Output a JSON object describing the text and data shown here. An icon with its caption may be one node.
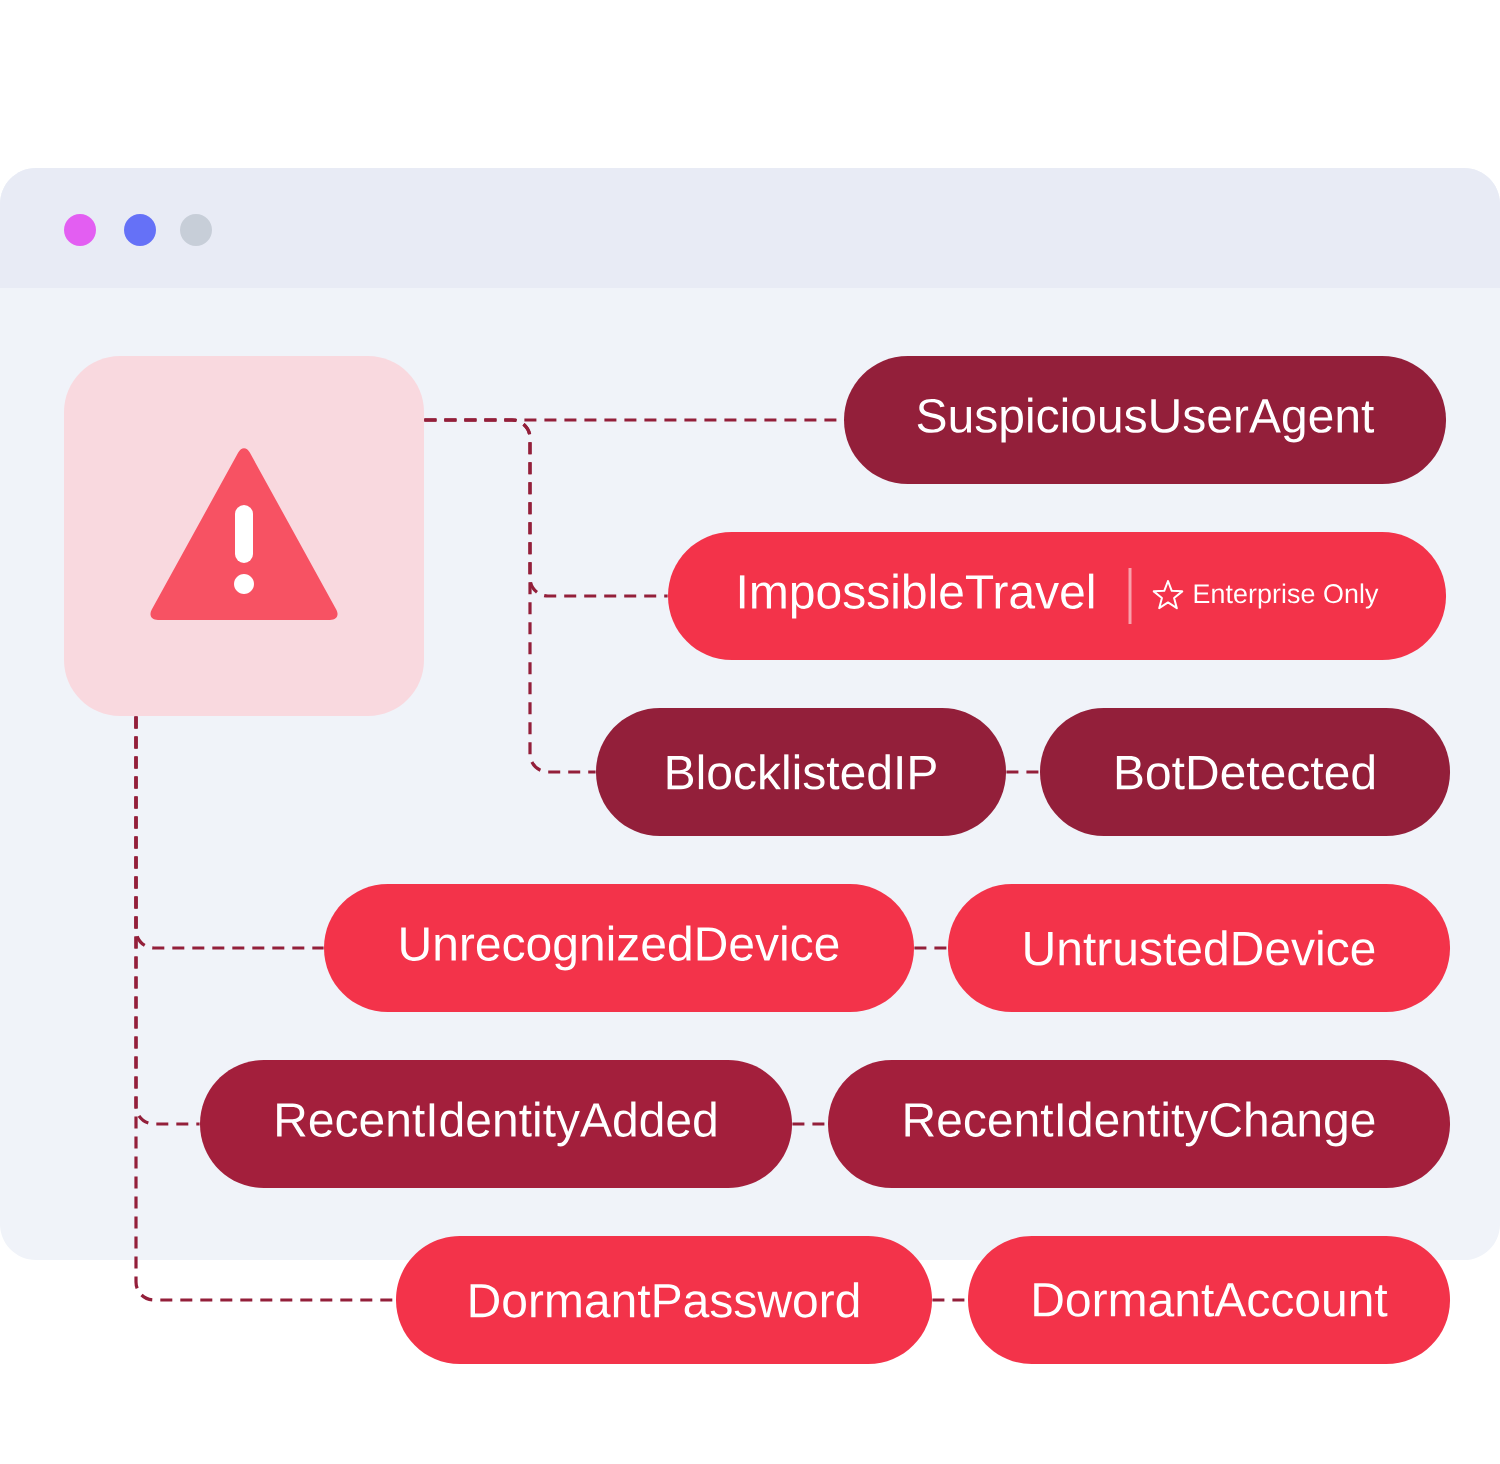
{
  "diagram": {
    "nodes": [
      {
        "text": [],
        "shape": "box"
      },
      {
        "text": [
          "SuspiciousUserAgent"
        ]
      },
      {
        "text": [
          "ImpossibleTravel",
          "Enterprise Only"
        ]
      },
      {
        "text": [
          "BlocklistedIP"
        ]
      },
      {
        "text": [
          "BotDetected"
        ]
      },
      {
        "text": [
          "UnrecognizedDevice"
        ]
      },
      {
        "text": [
          "UntrustedDevice"
        ]
      },
      {
        "text": [
          "RecentIdentityAdded"
        ]
      },
      {
        "text": [
          "RecentIdentityChange"
        ]
      },
      {
        "text": [
          "DormantPassword"
        ]
      },
      {
        "text": [
          "DormantAccount"
        ]
      }
    ],
    "edges": [
      {
        "from": 0,
        "to": 1,
        "arrow": "none"
      },
      {
        "from": 0,
        "to": 2,
        "arrow": "none"
      },
      {
        "from": 0,
        "to": 3,
        "arrow": "none"
      },
      {
        "from": 3,
        "to": 4,
        "arrow": "none"
      },
      {
        "from": 0,
        "to": 5,
        "arrow": "none"
      },
      {
        "from": 5,
        "to": 6,
        "arrow": "none"
      },
      {
        "from": 0,
        "to": 7,
        "arrow": "none"
      },
      {
        "from": 7,
        "to": 8,
        "arrow": "none"
      },
      {
        "from": 0,
        "to": 9,
        "arrow": "none"
      },
      {
        "from": 9,
        "to": 10,
        "arrow": "none"
      }
    ]
  }
}
